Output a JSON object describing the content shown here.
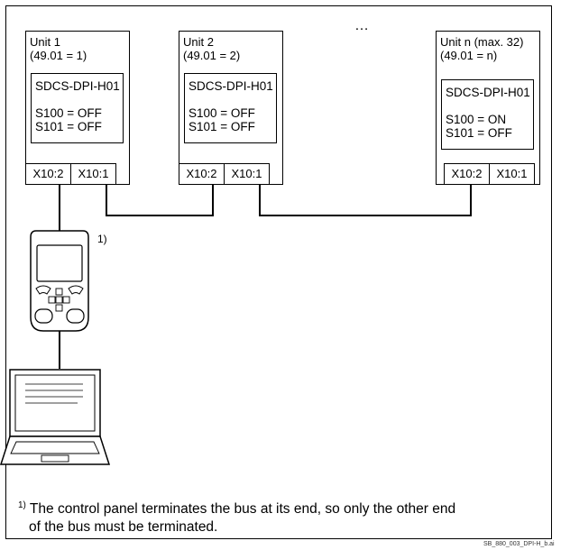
{
  "units": [
    {
      "title": "Unit 1",
      "param": "(49.01 = 1)",
      "board": "SDCS-DPI-H01",
      "s100": "S100 = OFF",
      "s101": "S101 = OFF",
      "conn_left": "X10:2",
      "conn_right": "X10:1"
    },
    {
      "title": "Unit 2",
      "param": "(49.01 = 2)",
      "board": "SDCS-DPI-H01",
      "s100": "S100 = OFF",
      "s101": "S101 = OFF",
      "conn_left": "X10:2",
      "conn_right": "X10:1"
    },
    {
      "title": "Unit n (max. 32)",
      "param": "(49.01 = n)",
      "board": "SDCS-DPI-H01",
      "s100": "S100 = ON",
      "s101": "S101 = OFF",
      "conn_left": "X10:2",
      "conn_right": "X10:1"
    }
  ],
  "ellipsis": "…",
  "panel_note": "1)",
  "footnote": {
    "marker": "1)",
    "line1": " The control panel terminates the bus at its end, so only the other end",
    "line2": "of the bus must be terminated."
  },
  "image_ref": "SB_880_003_DPI-H_b.ai"
}
